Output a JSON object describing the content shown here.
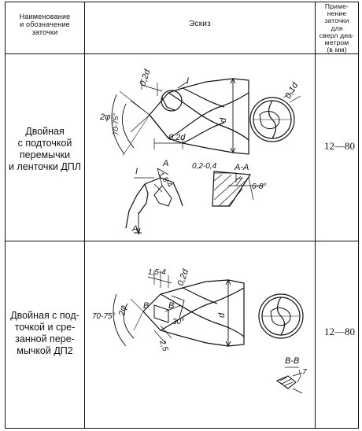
{
  "header": {
    "col_name": "Наименование\nи обозначение\nзаточки",
    "col_sketch": "Эскиз",
    "col_usage": "Приме-\nнение\nзаточки\nдля\nсверл диа-\nметром\n(в мм)"
  },
  "rows": [
    {
      "name": "Двойная\nс подточкой\nперемычки\nи ленточки ДПЛ",
      "range": "12—80",
      "labels": {
        "dim_02d_top": "0,2d",
        "detail_I": "I",
        "dim_01d": "0,1d",
        "angle_2phi": "2φ",
        "angle_70_75": "70-75°",
        "dim_d": "d",
        "dim_02d_bottom": "0,2d",
        "detail_I_view": "I",
        "section_A_top": "A",
        "dim_15_4": "1,5-4",
        "section_A_bottom": "A",
        "dim_02_04": "0,2-0,4",
        "section_AA": "А-А",
        "angle_6_8": "6-8°"
      }
    },
    {
      "name": "Двойная с под-\nточкой и сре-\nзанной пере-\nмычкой ДП2",
      "range": "12—80",
      "labels": {
        "dim_15_4": "1,5-4",
        "dim_02d": "0,2d",
        "angle_70_75": "70-75°",
        "angle_2phi": "2φ",
        "section_B_left": "B",
        "section_B_right": "B",
        "angle_30": "30°",
        "dim_25": "2,5",
        "dim_d": "d",
        "section_BB": "В-В",
        "value_7": "7"
      }
    }
  ]
}
